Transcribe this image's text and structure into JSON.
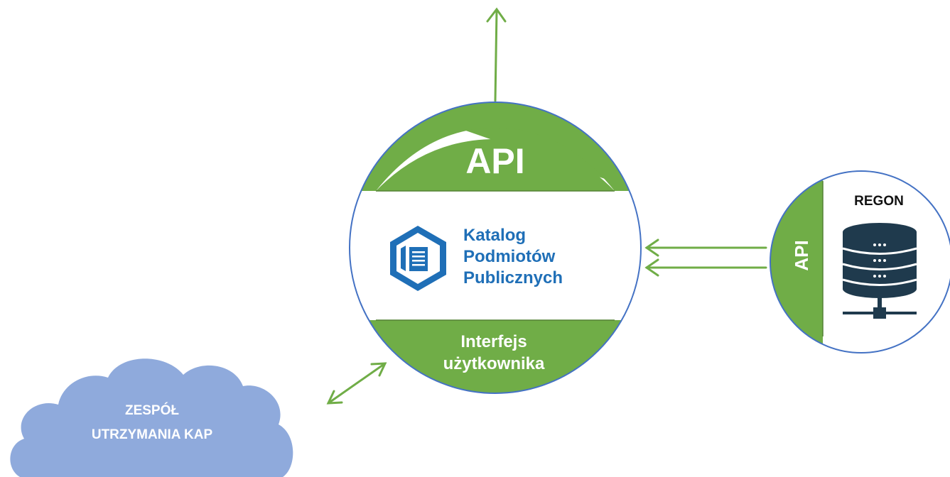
{
  "colors": {
    "green": "#70AD47",
    "green_dark": "#548235",
    "blue_border": "#4472C4",
    "logo_blue": "#1F6FB7",
    "cloud": "#8FAADC",
    "db_dark": "#1F3A4D"
  },
  "kap": {
    "api_label": "API",
    "logo_icon": "building-document-icon",
    "logo_lines": [
      "Katalog",
      "Podmiotów",
      "Publicznych"
    ],
    "ui_lines": [
      "Interfejs",
      "użytkownika"
    ]
  },
  "regon": {
    "title": "REGON",
    "api_label": "API",
    "db_icon": "database-server-icon"
  },
  "cloud": {
    "lines": [
      "ZESPÓŁ",
      "UTRZYMANIA KAP"
    ]
  }
}
